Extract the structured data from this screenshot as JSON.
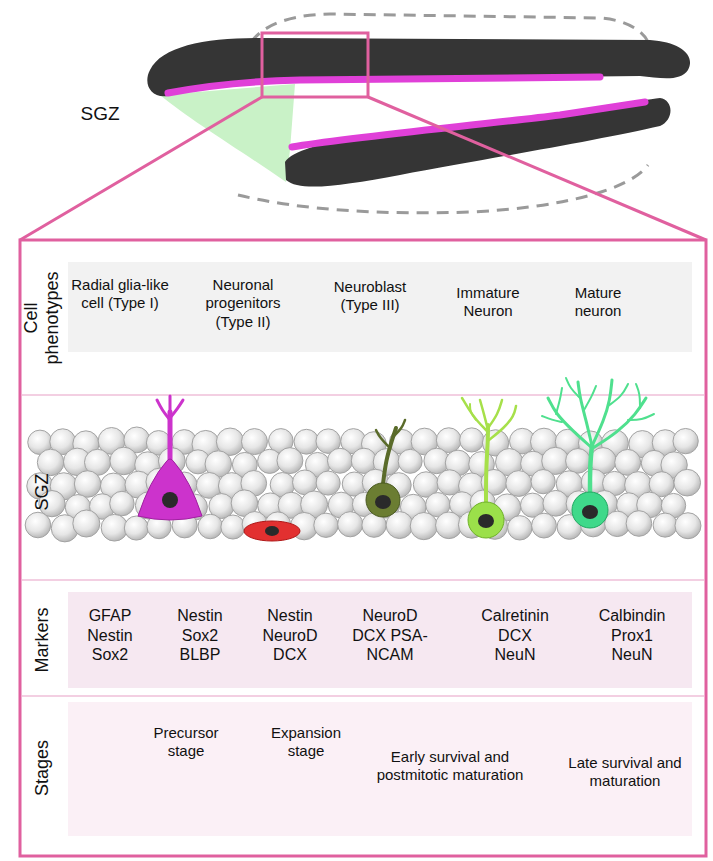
{
  "diagram": {
    "nodes": [
      {
        "text": [
          "Radial glia-like cell (Type I)",
          "Neuronal progenitors (Type II)",
          "Neuroblast (Type III)",
          "Immature Neuron",
          "Mature neuron"
        ]
      },
      {
        "text": [
          "GFAP Nestin Sox2",
          "Nestin Sox2 BLBP",
          "Nestin NeuroD DCX",
          "NeuroD DCX PSA-NCAM",
          "Calretinin DCX NeuN",
          "Calbindin Prox1 NeuN"
        ]
      },
      {
        "text": [
          "Precursor stage",
          "Expansion stage",
          "Early survival and postmitotic maturation",
          "Late survival and maturation"
        ]
      }
    ],
    "labels": [
      "SGZ",
      "Cell phenotypes",
      "SGZ",
      "Markers",
      "Stages"
    ]
  }
}
